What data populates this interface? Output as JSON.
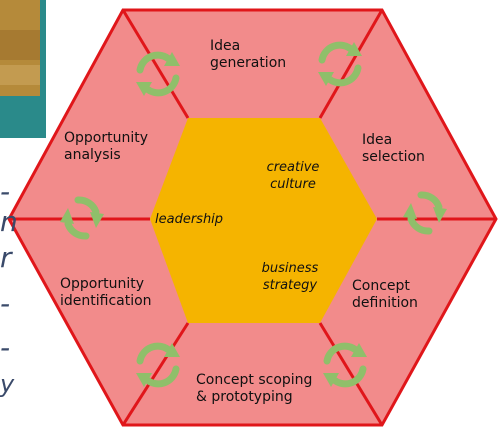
{
  "stages": [
    {
      "id": "idea-generation",
      "lines": [
        "Idea",
        "generation"
      ]
    },
    {
      "id": "idea-selection",
      "lines": [
        "Idea",
        "selection"
      ]
    },
    {
      "id": "concept-definition",
      "lines": [
        "Concept",
        "definition"
      ]
    },
    {
      "id": "concept-scoping",
      "lines": [
        "Concept scoping",
        "& prototyping"
      ]
    },
    {
      "id": "opportunity-identification",
      "lines": [
        "Opportunity",
        "identification"
      ]
    },
    {
      "id": "opportunity-analysis",
      "lines": [
        "Opportunity",
        "analysis"
      ]
    }
  ],
  "center": {
    "creative": [
      "creative",
      "culture"
    ],
    "leadership": "leadership",
    "business": [
      "business",
      "strategy"
    ]
  },
  "colors": {
    "outer_fill": "#f28b8b",
    "outer_stroke": "#e0161a",
    "inner_fill": "#f5b400",
    "arrow": "#8fbf6a",
    "photo_frame": "#2a8a8a"
  }
}
